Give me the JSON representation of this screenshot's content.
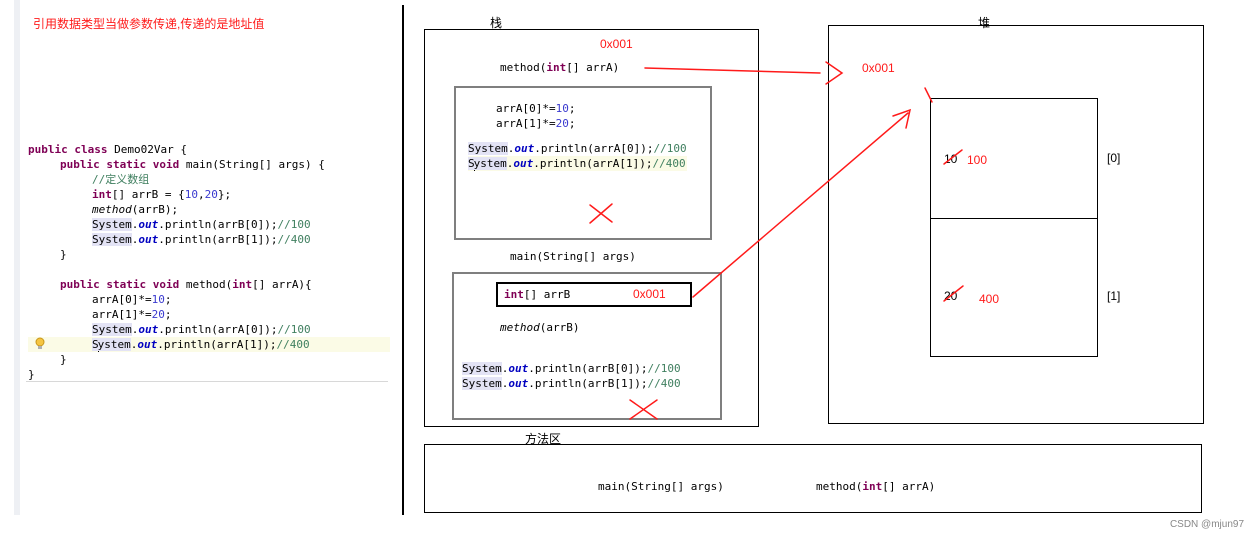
{
  "heading": "引用数据类型当做参数传递,传递的是地址值",
  "code": {
    "line1": {
      "kw": "public class",
      "rest": " Demo02Var {"
    },
    "line2": {
      "kw": "public static void",
      "rest": " main(String[] args) {"
    },
    "line3": "//定义数组",
    "line4": {
      "kw": "int",
      "mid": "[] arrB = {",
      "n1": "10",
      "c": ",",
      "n2": "20",
      "end": "};"
    },
    "line5": {
      "it": "method",
      "rest": "(arrB);"
    },
    "line6": {
      "sys": "System",
      "dot": ".",
      "out": "out",
      "rest": ".println(arrB[0]);",
      "cm": "//100"
    },
    "line7": {
      "sys": "System",
      "dot": ".",
      "out": "out",
      "rest": ".println(arrB[1]);",
      "cm": "//400"
    },
    "line8": "}",
    "line9": {
      "kw1": "public static void",
      "mid": " method(",
      "kw2": "int",
      "rest": "[] arrA){"
    },
    "line10": {
      "a": "arrA[0]*=",
      "n": "10",
      "e": ";"
    },
    "line11": {
      "a": "arrA[1]*=",
      "n": "20",
      "e": ";"
    },
    "line12": {
      "sys": "System",
      "dot": ".",
      "out": "out",
      "rest": ".println(arrA[0]);",
      "cm": "//100"
    },
    "line13": {
      "pre": "S",
      "sys": "ystem",
      "dot": ".",
      "out": "out",
      "rest": ".println(arrA[1]);",
      "cm": "//400"
    },
    "line14": "}",
    "line15": "}"
  },
  "diagram": {
    "stack_label": "栈",
    "heap_label": "堆",
    "method_area_label": "方法区",
    "stack_addr_top": "0x001",
    "method_frame_title": {
      "a": "method(",
      "kw": "int",
      "b": "[] arrA)"
    },
    "method_frame_code": {
      "l1": {
        "a": "arrA[0]*=",
        "n": "10",
        "e": ";"
      },
      "l2": {
        "a": "arrA[1]*=",
        "n": "20",
        "e": ";"
      },
      "l3": {
        "sys": "System",
        "dot": ".",
        "out": "out",
        "rest": ".println(arrA[0]);",
        "cm": "//100"
      },
      "l4": {
        "pre": "S",
        "sys": "ystem",
        "dot": ".",
        "out": "out",
        "rest": ".println(arrA[1]);",
        "cm": "//400"
      }
    },
    "main_frame_title": "main(String[] args)",
    "main_frame_var": {
      "kw": "int",
      "rest": "[] arrB"
    },
    "main_frame_addr": "0x001",
    "main_frame_code": {
      "l1": {
        "it": "method",
        "rest": "(arrB)"
      },
      "l2": {
        "sys": "System",
        "dot": ".",
        "out": "out",
        "rest": ".println(arrB[0]);",
        "cm": "//100"
      },
      "l3": {
        "sys": "System",
        "dot": ".",
        "out": "out",
        "rest": ".println(arrB[1]);",
        "cm": "//400"
      }
    },
    "heap_addr": "0x001",
    "cell0": {
      "old": "10",
      "new": "100",
      "index": "[0]"
    },
    "cell1": {
      "old": "20",
      "new": "400",
      "index": "[1]"
    },
    "method_area_items": {
      "main": "main(String[] args)",
      "method": {
        "a": "method(",
        "kw": "int",
        "b": "[] arrA)"
      }
    }
  },
  "watermark": "CSDN @mjun97"
}
